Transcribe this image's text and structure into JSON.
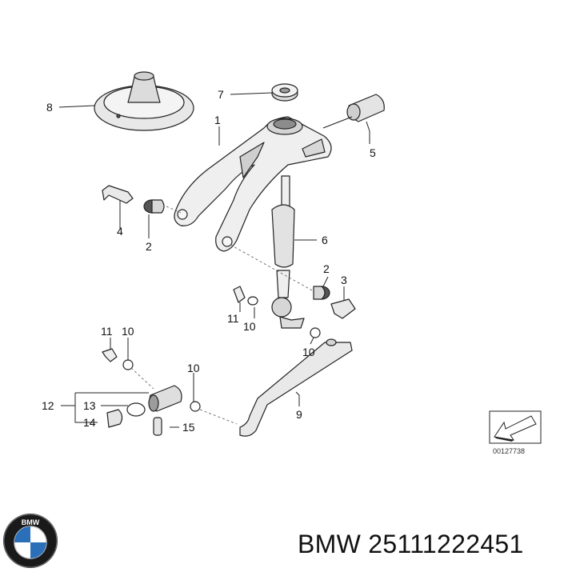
{
  "callouts": {
    "c1": "1",
    "c2a": "2",
    "c2b": "2",
    "c3": "3",
    "c4": "4",
    "c5": "5",
    "c6": "6",
    "c7": "7",
    "c8": "8",
    "c9": "9",
    "c10a": "10",
    "c10b": "10",
    "c10c": "10",
    "c10d": "10",
    "c11a": "11",
    "c11b": "11",
    "c12": "12",
    "c13": "13",
    "c14": "14",
    "c15": "15"
  },
  "doc_id": "00127738",
  "logo_text": "BMW",
  "caption": "BMW 25111222451",
  "colors": {
    "line": "#222222",
    "part_fill": "#efefef",
    "shade": "#bdbdbd",
    "logo_blue": "#2a6fb8"
  }
}
